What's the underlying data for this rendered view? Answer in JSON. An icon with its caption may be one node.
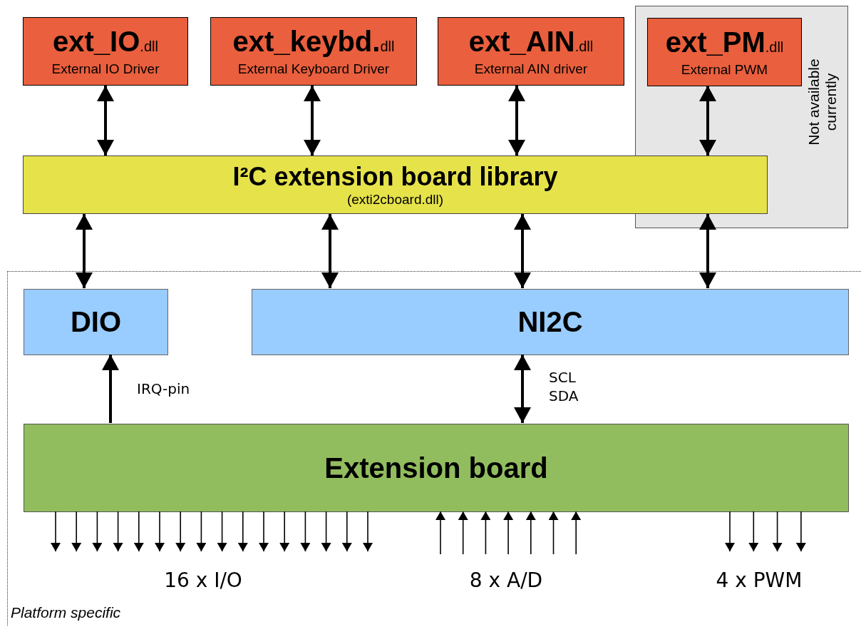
{
  "diagram": {
    "nodes": [
      {
        "text": [
          "**ext_IO**.dll",
          "External IO Driver"
        ]
      },
      {
        "text": [
          "**ext_keybd.**dll",
          "External Keyboard Driver"
        ]
      },
      {
        "text": [
          "**ext_AIN**.dll",
          "External AIN driver"
        ]
      },
      {
        "text": [
          "Not available currently"
        ]
      },
      {
        "text": [
          "**ext_PM**.dll",
          "External PWM"
        ],
        "in": 3
      },
      {
        "text": [
          "I²C extension board library",
          "(exti2cboard.dll)"
        ]
      },
      {
        "text": [
          "Platform specific"
        ]
      },
      {
        "text": [
          "DIO"
        ],
        "in": 6
      },
      {
        "text": [
          "NI2C"
        ],
        "in": 6
      },
      {
        "text": [
          "Extension board"
        ],
        "in": 6
      }
    ],
    "edges": [
      {
        "from": 0,
        "to": 5,
        "arrow": "both",
        "style": "thick"
      },
      {
        "from": 1,
        "to": 5,
        "arrow": "both",
        "style": "thick"
      },
      {
        "from": 2,
        "to": 5,
        "arrow": "both",
        "style": "thick"
      },
      {
        "from": 4,
        "to": 5,
        "arrow": "both",
        "style": "thick"
      },
      {
        "from": 5,
        "to": 7,
        "arrow": "both",
        "style": "thick"
      },
      {
        "from": 5,
        "to": 8,
        "arrow": "both",
        "style": "thick"
      },
      {
        "from": 5,
        "to": 8,
        "arrow": "both",
        "style": "thick"
      },
      {
        "from": 5,
        "to": 8,
        "arrow": "both",
        "style": "thick"
      },
      {
        "from": 9,
        "to": 7,
        "arrow": "to",
        "style": "thick",
        "label": "IRQ-pin"
      },
      {
        "from": 9,
        "to": 8,
        "arrow": "both",
        "style": "thick",
        "label": "SCL SDA"
      },
      {
        "from": 9,
        "to": null,
        "arrow": "to"
      },
      {
        "from": 9,
        "to": null,
        "arrow": "to"
      },
      {
        "from": 9,
        "to": null,
        "arrow": "to"
      },
      {
        "from": 9,
        "to": null,
        "arrow": "to"
      },
      {
        "from": 9,
        "to": null,
        "arrow": "to"
      },
      {
        "from": 9,
        "to": null,
        "arrow": "to"
      },
      {
        "from": 9,
        "to": null,
        "arrow": "to"
      },
      {
        "from": 9,
        "to": null,
        "arrow": "to"
      },
      {
        "from": 9,
        "to": null,
        "arrow": "to"
      },
      {
        "from": 9,
        "to": null,
        "arrow": "to"
      },
      {
        "from": 9,
        "to": null,
        "arrow": "to"
      },
      {
        "from": 9,
        "to": null,
        "arrow": "to"
      },
      {
        "from": 9,
        "to": null,
        "arrow": "to"
      },
      {
        "from": 9,
        "to": null,
        "arrow": "to"
      },
      {
        "from": 9,
        "to": null,
        "arrow": "to"
      },
      {
        "from": 9,
        "to": null,
        "arrow": "to"
      },
      {
        "from": null,
        "to": 9,
        "arrow": "to"
      },
      {
        "from": null,
        "to": 9,
        "arrow": "to"
      },
      {
        "from": null,
        "to": 9,
        "arrow": "to"
      },
      {
        "from": null,
        "to": 9,
        "arrow": "to"
      },
      {
        "from": null,
        "to": 9,
        "arrow": "to"
      },
      {
        "from": null,
        "to": 9,
        "arrow": "to"
      },
      {
        "from": null,
        "to": 9,
        "arrow": "to"
      },
      {
        "from": 9,
        "to": null,
        "arrow": "to"
      },
      {
        "from": 9,
        "to": null,
        "arrow": "to"
      },
      {
        "from": 9,
        "to": null,
        "arrow": "to"
      },
      {
        "from": 9,
        "to": null,
        "arrow": "to"
      }
    ],
    "labels": [
      "16 x I/O",
      "8 x A/D",
      "4 x PWM"
    ]
  }
}
